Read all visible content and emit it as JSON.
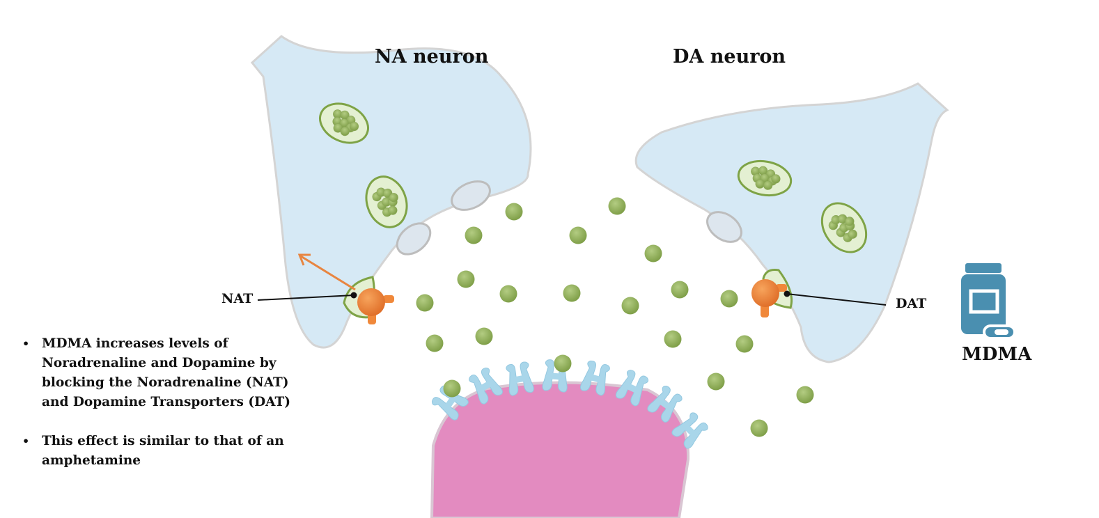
{
  "titles": {
    "na_neuron": "NA neuron",
    "da_neuron": "DA neuron"
  },
  "labels": {
    "nat": "NAT",
    "dat": "DAT",
    "drug": "MDMA"
  },
  "notes": [
    "MDMA increases levels of Noradrenaline and Dopamine by blocking the Noradrenaline (NAT) and Dopamine Transporters (DAT)",
    "This effect is similar to that of an amphetamine"
  ],
  "colors": {
    "neuron_fill": "#d6e9f5",
    "neuron_stroke": "#d0d0d0",
    "vesicle": "#8fae5a",
    "vesicle_ring": "#7ea346",
    "vesicle_fill": "#e4f0d2",
    "transporter": "#f0883a",
    "arrow": "#e88540",
    "receptor": "#a9d6ea",
    "postsynaptic": "#e38bc0",
    "pill_bottle": "#4a8fb0"
  },
  "icons": [
    "pill-bottle-icon",
    "reverse-transport-arrow-icon"
  ]
}
